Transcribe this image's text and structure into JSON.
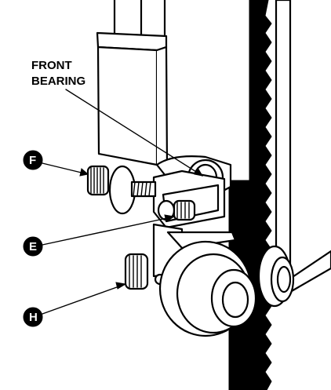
{
  "diagram": {
    "callout_label_line1": "FRONT",
    "callout_label_line2": "BEARING",
    "markers": [
      {
        "id": "F",
        "letter": "F"
      },
      {
        "id": "E",
        "letter": "E"
      },
      {
        "id": "H",
        "letter": "H"
      }
    ],
    "colors": {
      "ink": "#000000",
      "paper": "#ffffff"
    }
  }
}
